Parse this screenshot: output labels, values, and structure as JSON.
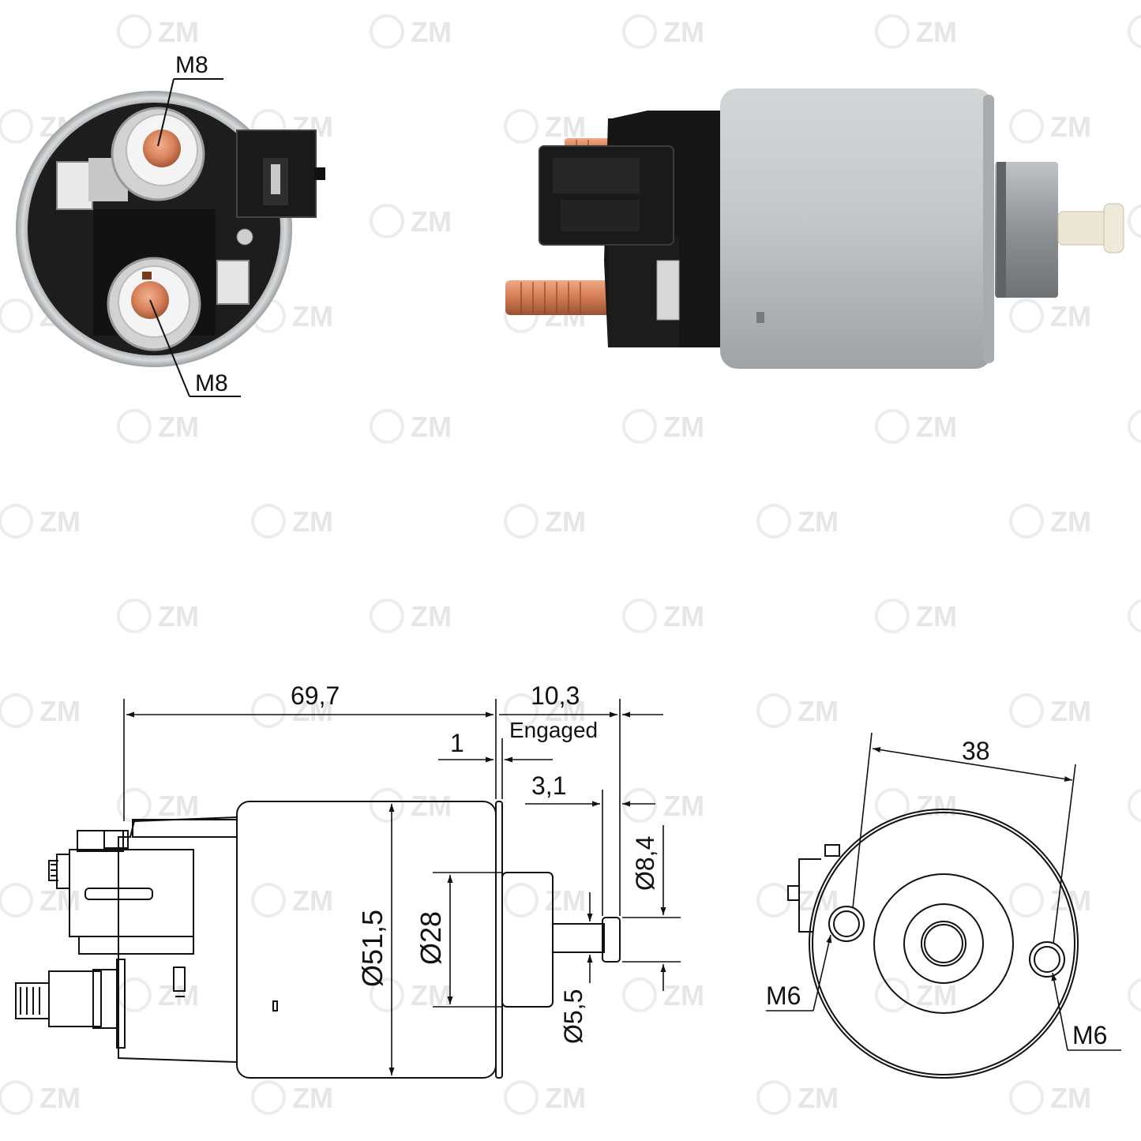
{
  "watermark": {
    "brand": "ZM"
  },
  "photo_callouts": {
    "terminal_top": "M8",
    "terminal_bottom": "M8"
  },
  "side_drawing": {
    "overall_length": "69,7",
    "travel": "10,3",
    "travel_note": "Engaged",
    "flange_gap": "1",
    "plunger_offset": "3,1",
    "body_diameter": "Ø51,5",
    "boss_diameter": "Ø28",
    "plunger_head_diameter": "Ø8,4",
    "plunger_shaft_diameter": "Ø5,5"
  },
  "end_drawing": {
    "hole_spacing": "38",
    "hole_left": "M6",
    "hole_right": "M6"
  },
  "colors": {
    "line": "#111111",
    "copper": "#d9825b",
    "steel": "#c3c6c7",
    "plastic": "#1a1a1a"
  }
}
